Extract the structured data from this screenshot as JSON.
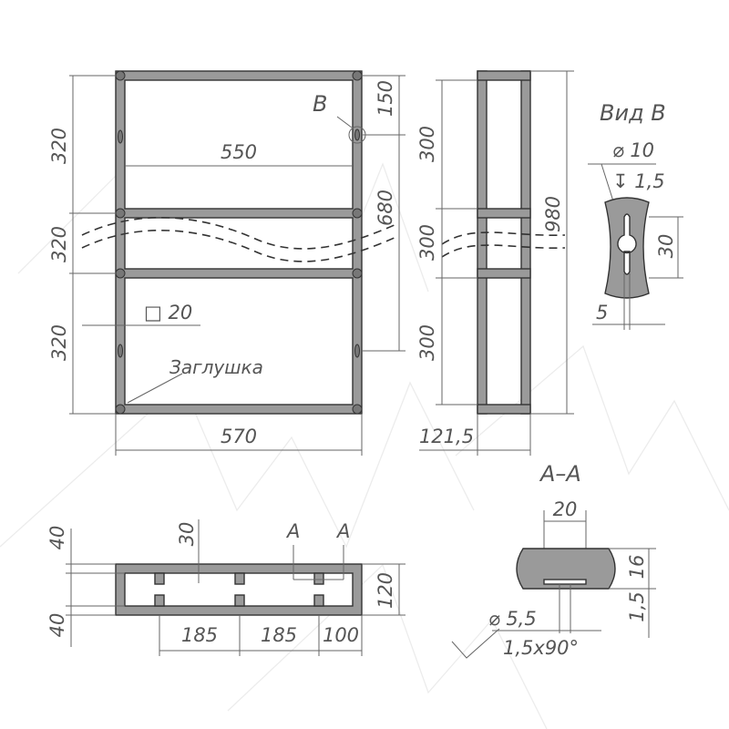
{
  "colors": {
    "frame": "#9a9a9a",
    "line": "#333333",
    "dimension": "#555555"
  },
  "front_view": {
    "dims": {
      "h_top": "320",
      "h_mid": "320",
      "h_bot": "320",
      "inner_width": "550",
      "outer_width": "570",
      "h_150": "150",
      "h_680": "680",
      "tube": "□ 20"
    },
    "view_marker": "B",
    "plug_label": "Заглушка"
  },
  "side_view": {
    "dims": {
      "h_top": "300",
      "h_mid": "300",
      "h_bot": "300",
      "total": "980",
      "depth": "121,5"
    }
  },
  "view_b": {
    "title": "Вид В",
    "dims": {
      "diameter": "⌀ 10",
      "depth": "↧ 1,5",
      "slot_len": "30",
      "slot_w": "5"
    }
  },
  "bottom_view": {
    "dims": {
      "top_offset": "40",
      "bottom_offset": "40",
      "slot_offset": "30",
      "pitch1": "185",
      "pitch2": "185",
      "end": "100",
      "depth": "120"
    },
    "section_marks": [
      "A",
      "A"
    ]
  },
  "section_aa": {
    "title": "A–A",
    "dims": {
      "width": "20",
      "height": "16",
      "wall": "1,5",
      "hole": "⌀ 5,5",
      "chamfer": "1,5x90°"
    }
  }
}
